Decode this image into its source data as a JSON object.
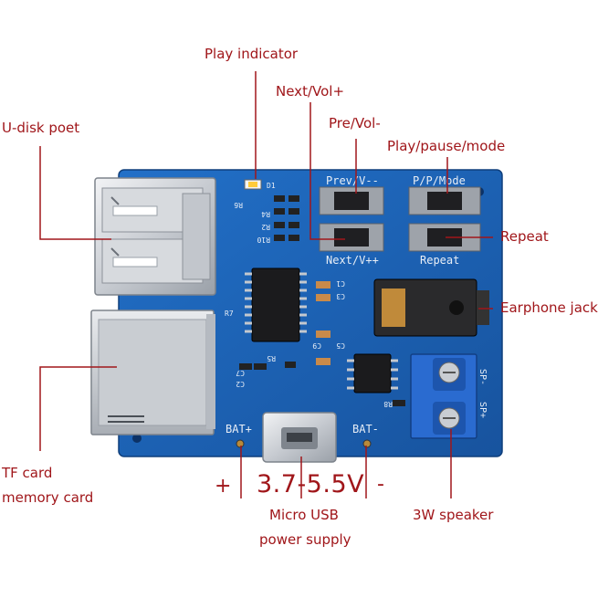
{
  "annotations": {
    "play_indicator": "Play indicator",
    "next_vol": "Next/Vol+",
    "pre_vol": "Pre/Vol-",
    "play_pause_mode": "Play/pause/mode",
    "u_disk_port": "U-disk poet",
    "repeat": "Repeat",
    "earphone_jack": "Earphone jack",
    "tf_card_line1": "TF card",
    "tf_card_line2": "memory card",
    "plus_sign": "+",
    "voltage": "3.7-5.5V",
    "minus_sign": "-",
    "micro_usb_line1": "Micro USB",
    "micro_usb_line2": "power supply",
    "speaker": "3W speaker"
  },
  "silkscreen": {
    "prev": "Prev/V--",
    "pp_mode": "P/P/Mode",
    "next": "Next/V++",
    "repeat": "Repeat",
    "bat_plus": "BAT+",
    "bat_minus": "BAT-",
    "spk_minus": "SP-",
    "spk_plus": "SP+",
    "d1": "D1",
    "r6": "R6",
    "r4": "R4",
    "r2": "R2",
    "r10": "R10",
    "r8": "R8",
    "c1": "C1",
    "c2": "C2",
    "c3": "C3",
    "c5": "C5",
    "c7": "C7",
    "c9": "C9",
    "r5": "R5",
    "r7": "R7"
  },
  "colors": {
    "annotation_text": "#a0161a",
    "leader_line": "#a0161a",
    "pcb": "#1a5fb5",
    "silkscreen": "#e8eef6",
    "terminal_block": "#2a6bd0"
  }
}
